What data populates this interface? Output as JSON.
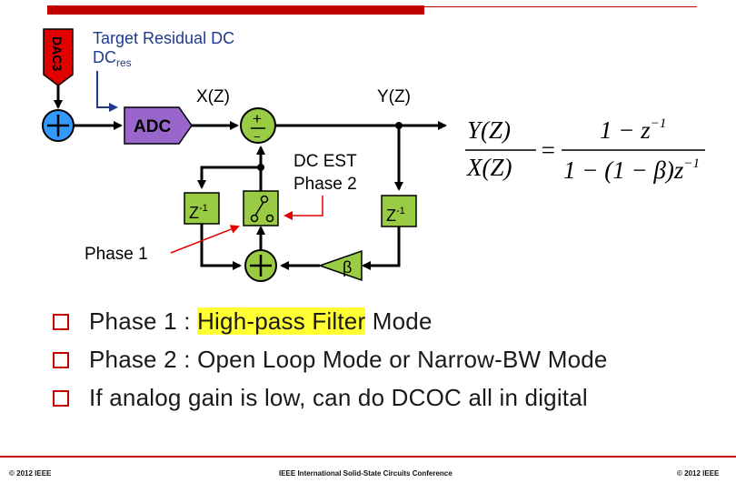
{
  "diagram": {
    "dac_label": "DAC3",
    "target_label": "Target Residual DC",
    "dc_res_main": "DC",
    "dc_res_sub": "res",
    "adc_label": "ADC",
    "x_label": "X(Z)",
    "y_label": "Y(Z)",
    "plus_sign": "+",
    "minus_sign": "−",
    "dc_est_line1": "DC EST",
    "dc_est_line2": "Phase 2",
    "delay_label": "Z",
    "delay_exp": "-1",
    "phase1_label": "Phase 1",
    "beta_label": "β"
  },
  "equation": {
    "lhs_num": "Y(Z)",
    "lhs_den": "X(Z)",
    "equals": "=",
    "rhs_num": "1 − z",
    "rhs_num_exp": "−1",
    "rhs_den": "1 − (1 − β)z",
    "rhs_den_exp": "−1"
  },
  "bullets": [
    {
      "before": "Phase 1 : ",
      "highlight": "High-pass Filter",
      "after": " Mode"
    },
    {
      "before": "Phase 2 : Open Loop Mode or Narrow-BW Mode",
      "highlight": "",
      "after": ""
    },
    {
      "before": "If analog gain is low, can do DCOC all in digital",
      "highlight": "",
      "after": ""
    }
  ],
  "footer": {
    "left": "© 2012 IEEE",
    "center": "IEEE International Solid-State Circuits Conference",
    "right": "© 2012 IEEE"
  },
  "colors": {
    "accent_red": "#c00000",
    "adc_purple": "#9966cc",
    "block_green": "#99cc44",
    "sum_blue": "#3399ff",
    "navy_text": "#1f3b8c",
    "highlight_yellow": "#ffff33"
  }
}
